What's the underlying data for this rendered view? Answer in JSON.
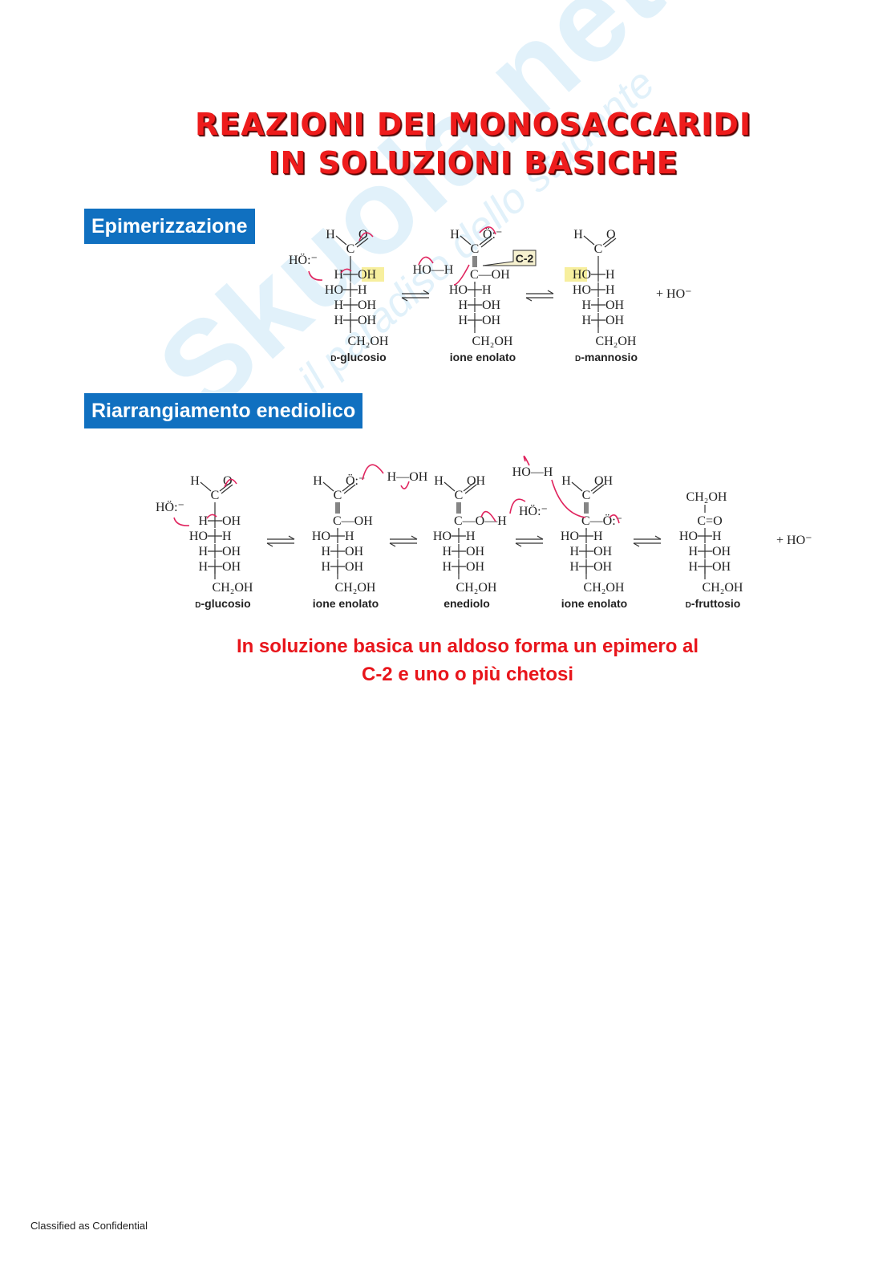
{
  "watermark": {
    "brand": "Skuola.net",
    "tagline": "il paradiso dello studente"
  },
  "title": {
    "line1": "REAZIONI DEI MONOSACCARIDI",
    "line2": "IN SOLUZIONI BASICHE"
  },
  "sections": [
    {
      "label": "Epimerizzazione"
    },
    {
      "label": "Riarrangiamento enediolico"
    }
  ],
  "colors": {
    "title": "#ee1c1c",
    "badge": "#1070c0",
    "arrow": "#e0245e",
    "highlight": "#f7ef9e",
    "name_blue": "#1a73c9"
  },
  "scheme1": {
    "structures": [
      {
        "name": "D-glucosio",
        "top": [
          "H",
          "C",
          "O"
        ],
        "rows": [
          [
            "H",
            "OH"
          ],
          [
            "HO",
            "H"
          ],
          [
            "H",
            "OH"
          ],
          [
            "H",
            "OH"
          ]
        ],
        "bottom": "CH₂OH",
        "extra": [
          "HÖ:⁻"
        ]
      },
      {
        "name": "ione enolato",
        "top": [
          "H",
          "C",
          "Ö:⁻"
        ],
        "rows": [
          [
            "",
            "C—OH"
          ],
          [
            "HO",
            "H"
          ],
          [
            "H",
            "OH"
          ],
          [
            "H",
            "OH"
          ]
        ],
        "bottom": "CH₂OH",
        "extra": [
          "HO—H",
          "C-2"
        ]
      },
      {
        "name": "D-mannosio",
        "top": [
          "H",
          "C",
          "O"
        ],
        "rows": [
          [
            "HO",
            "H"
          ],
          [
            "HO",
            "H"
          ],
          [
            "H",
            "OH"
          ],
          [
            "H",
            "OH"
          ]
        ],
        "bottom": "CH₂OH"
      }
    ],
    "product_extra": "+ HO⁻"
  },
  "scheme2": {
    "structures": [
      {
        "name": "D-glucosio",
        "top": [
          "H",
          "C",
          "O"
        ],
        "rows": [
          [
            "H",
            "OH"
          ],
          [
            "HO",
            "H"
          ],
          [
            "H",
            "OH"
          ],
          [
            "H",
            "OH"
          ]
        ],
        "bottom": "CH₂OH",
        "extra": [
          "HÖ:⁻"
        ]
      },
      {
        "name": "ione enolato",
        "top": [
          "H",
          "C",
          "Ö:⁻"
        ],
        "rows": [
          [
            "",
            "C—OH"
          ],
          [
            "HO",
            "H"
          ],
          [
            "H",
            "OH"
          ],
          [
            "H",
            "OH"
          ]
        ],
        "bottom": "CH₂OH",
        "extra": [
          "H—OH"
        ]
      },
      {
        "name": "enediolo",
        "top": [
          "H",
          "C",
          "OH"
        ],
        "rows": [
          [
            "",
            "C—O—H"
          ],
          [
            "HO",
            "H"
          ],
          [
            "H",
            "OH"
          ],
          [
            "H",
            "OH"
          ]
        ],
        "bottom": "CH₂OH",
        "extra": [
          "HÖ:⁻"
        ]
      },
      {
        "name": "ione enolato",
        "top": [
          "H",
          "C",
          "OH"
        ],
        "rows": [
          [
            "",
            "C—Ö:⁻"
          ],
          [
            "HO",
            "H"
          ],
          [
            "H",
            "OH"
          ],
          [
            "H",
            "OH"
          ]
        ],
        "bottom": "CH₂OH",
        "extra": [
          "HO—H"
        ]
      },
      {
        "name": "D-fruttosio",
        "top": [
          "CH₂OH",
          "C=O"
        ],
        "rows": [
          [
            "HO",
            "H"
          ],
          [
            "H",
            "OH"
          ],
          [
            "H",
            "OH"
          ]
        ],
        "bottom": "CH₂OH"
      }
    ],
    "product_extra": "+ HO⁻"
  },
  "conclusion": {
    "line1": "In soluzione basica un aldoso forma un epimero al",
    "line2": "C-2 e uno o più chetosi"
  },
  "footer": "Classified as Confidential"
}
